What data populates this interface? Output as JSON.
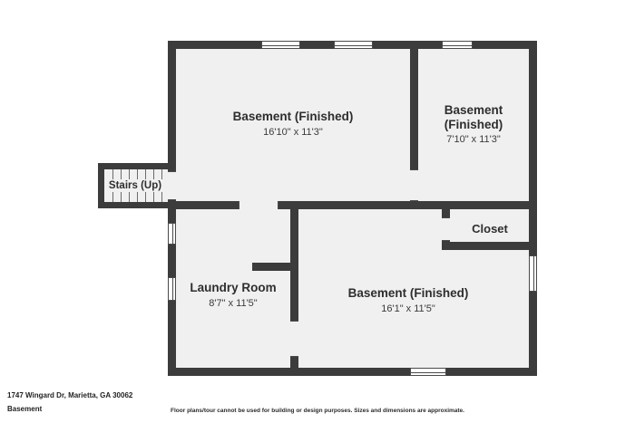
{
  "colors": {
    "wall": "#3c3c3c",
    "floor": "#f0f0f0",
    "line": "#4a4a4a",
    "text": "#2e2e2e"
  },
  "rooms": {
    "basement_top_left": {
      "name": "Basement (Finished)",
      "dims": "16'10\" x 11'3\""
    },
    "basement_top_right": {
      "name": "Basement (Finished)",
      "dims": "7'10\" x 11'3\""
    },
    "stairs": {
      "name": "Stairs (Up)"
    },
    "closet": {
      "name": "Closet"
    },
    "laundry": {
      "name": "Laundry Room",
      "dims": "8'7\" x 11'5\""
    },
    "basement_bottom": {
      "name": "Basement (Finished)",
      "dims": "16'1\" x 11'5\""
    }
  },
  "footer": {
    "address": "1747 Wingard Dr, Marietta, GA 30062",
    "level": "Basement",
    "disclaimer": "Floor plans/tour cannot be used for building or design purposes. Sizes and dimensions are approximate."
  }
}
